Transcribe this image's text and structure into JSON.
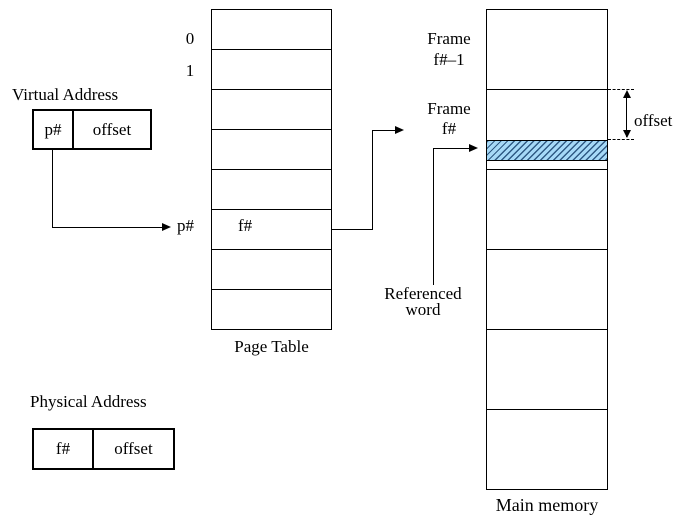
{
  "virtual_address": {
    "title": "Virtual Address",
    "page_number": "p#",
    "offset": "offset"
  },
  "page_table": {
    "caption": "Page Table",
    "index_labels": [
      "0",
      "1"
    ],
    "lookup_index": "p#",
    "entry": "f#"
  },
  "main_memory": {
    "caption": "Main memory",
    "frame_above": [
      "Frame",
      "f#–1"
    ],
    "frame_target": [
      "Frame",
      "f#"
    ],
    "referenced_word": [
      "Referenced",
      "word"
    ],
    "offset_annotation": "offset"
  },
  "physical_address": {
    "title": "Physical Address",
    "frame_number": "f#",
    "offset": "offset"
  },
  "colors": {
    "line": "#000000",
    "hatch_fill": "#a6d9f7",
    "hatch_line": "#2f5a84"
  }
}
